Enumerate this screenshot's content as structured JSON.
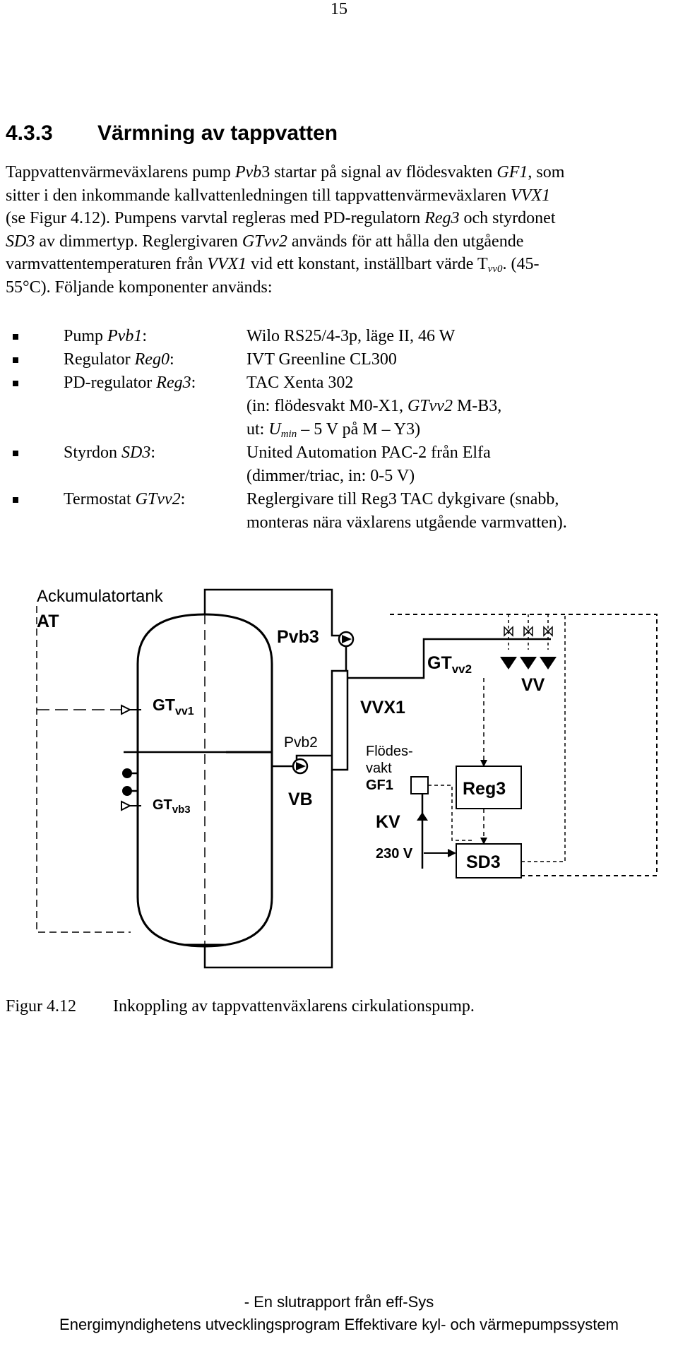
{
  "page_number": "15",
  "section": {
    "number": "4.3.3",
    "title": "Värmning av tappvatten"
  },
  "paragraph": {
    "l1_a": "Tappvattenvärmeväxlarens pump ",
    "l1_b": "Pvb",
    "l1_c": "3 startar på signal av flödesvakten ",
    "l1_d": "GF1",
    "l1_e": ", som",
    "l2": "sitter i den inkommande kallvattenledningen till tappvattenvärmeväxlaren ",
    "l2_b": "VVX1",
    "l3_a": "(se Figur 4.12). Pumpens varvtal regleras med PD-regulatorn ",
    "l3_b": "Reg3",
    "l3_c": " och styrdonet",
    "l4_a": "SD3",
    "l4_b": " av dimmertyp. Reglergivaren ",
    "l4_c": "GTvv2",
    "l4_d": " används för att hålla den utgående",
    "l5_a": "varmvattentemperaturen från ",
    "l5_b": "VVX1",
    "l5_c": " vid ett konstant, inställbart värde T",
    "l5_sub": "vv0",
    "l5_d": ". (45-",
    "l6": "55°C). Följande komponenter används:"
  },
  "components": [
    {
      "label_plain": "Pump ",
      "label_italic": "Pvb1",
      "label_after": ":",
      "value": "Wilo RS25/4-3p, läge II, 46 W"
    },
    {
      "label_plain": "Regulator ",
      "label_italic": "Reg0",
      "label_after": ":",
      "value": "IVT Greenline CL300"
    },
    {
      "label_plain": "PD-regulator ",
      "label_italic": "Reg3",
      "label_after": ":",
      "value": "TAC Xenta 302",
      "extra1_a": "(in: flödesvakt M0-X1, ",
      "extra1_b": "GTvv2",
      "extra1_c": " M-B3,",
      "extra2_a": "ut: ",
      "extra2_b": "U",
      "extra2_sub": "min",
      "extra2_c": " – 5 V på M – Y3)"
    },
    {
      "label_plain": "Styrdon ",
      "label_italic": "SD3",
      "label_after": ":",
      "value": "United Automation PAC-2 från Elfa",
      "extra": "(dimmer/triac, in: 0-5 V)"
    },
    {
      "label_plain": "Termostat ",
      "label_italic": "GTvv2",
      "label_after": ":",
      "value": "Reglergivare till Reg3 TAC dykgivare (snabb,",
      "extra": "monteras nära växlarens utgående varmvatten)."
    }
  ],
  "diagram": {
    "tank_title_1": "Ackumulatortank",
    "tank_title_2": "AT",
    "pvb3": "Pvb3",
    "gt_vv2": "GT",
    "gt_vv2_sub": "vv2",
    "vv": "VV",
    "gt_vv1": "GT",
    "gt_vv1_sub": "vv1",
    "vvx1": "VVX1",
    "pvb2": "Pvb2",
    "vb": "VB",
    "flodes_1": "Flödes-",
    "flodes_2": "vakt",
    "gf1": "GF1",
    "reg3": "Reg3",
    "kv": "KV",
    "gt_vb3": "GT",
    "gt_vb3_sub": "vb3",
    "v230": "230 V",
    "sd3": "SD3"
  },
  "caption": {
    "label": "Figur 4.12",
    "text": "Inkoppling av tappvattenväxlarens cirkulationspump."
  },
  "footer": {
    "line1": "- En slutrapport från eff-Sys",
    "line2": "Energimyndighetens utvecklingsprogram Effektivare kyl- och värmepumpssystem"
  }
}
